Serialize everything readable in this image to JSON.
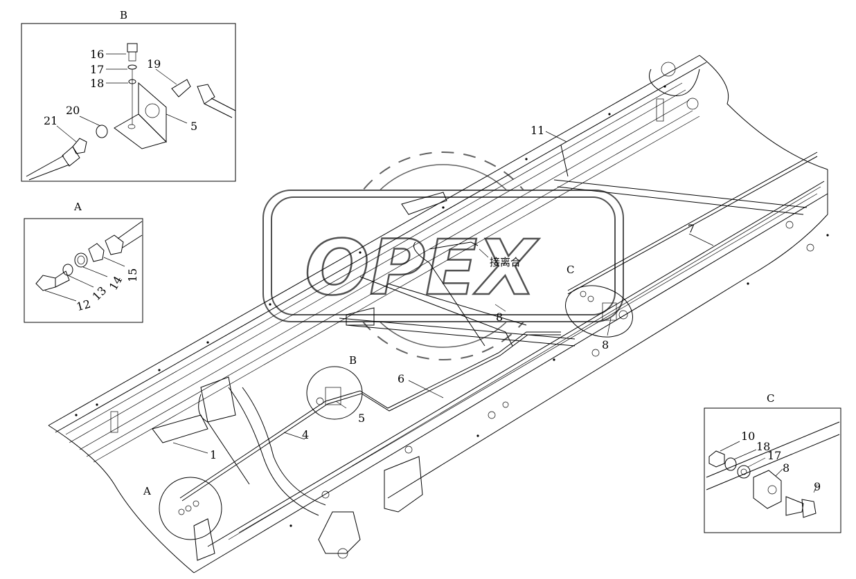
{
  "watermark": "OPEX",
  "detail_views": [
    {
      "title": "B",
      "labels": [
        "16",
        "17",
        "18",
        "19",
        "20",
        "21",
        "5"
      ]
    },
    {
      "title": "A",
      "labels": [
        "15",
        "14",
        "13",
        "12"
      ]
    },
    {
      "title": "C",
      "labels": [
        "10",
        "18",
        "17",
        "8",
        "9"
      ]
    }
  ],
  "main_view": {
    "note": "接离合",
    "labels": [
      "11",
      "7",
      "C",
      "8",
      "8",
      "B",
      "6",
      "5",
      "4",
      "1",
      "A"
    ]
  }
}
